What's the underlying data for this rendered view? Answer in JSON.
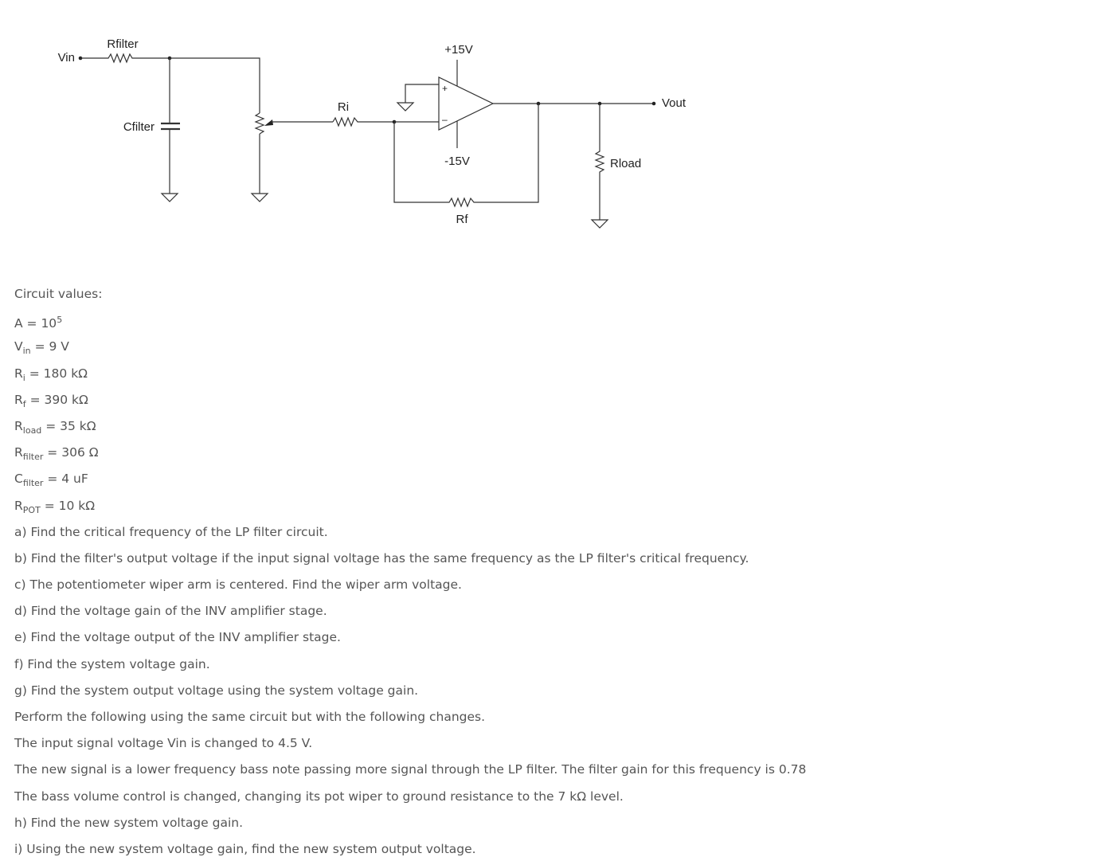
{
  "schematic": {
    "labels": {
      "vin": "Vin",
      "rfilter": "Rfilter",
      "cfilter": "Cfilter",
      "ri": "Ri",
      "vpos": "+15V",
      "vneg": "-15V",
      "plus": "+",
      "minus": "–",
      "vout": "Vout",
      "rload": "Rload",
      "rf": "Rf"
    }
  },
  "values": {
    "heading": "Circuit values:",
    "a": {
      "name": "A",
      "eq": " = 10",
      "sup": "5"
    },
    "vin": {
      "name": "V",
      "sub": "in",
      "rest": " = 9 V"
    },
    "ri": {
      "name": "R",
      "sub": "i",
      "rest": " = 180 kΩ"
    },
    "rf": {
      "name": "R",
      "sub": "f",
      "rest": " = 390 kΩ"
    },
    "rload": {
      "name": "R",
      "sub": "load",
      "rest": " = 35 kΩ"
    },
    "rfilter": {
      "name": "R",
      "sub": "filter",
      "rest": " = 306 Ω"
    },
    "cfilter": {
      "name": "C",
      "sub": "filter",
      "rest": " = 4 uF"
    },
    "rpot": {
      "name": "R",
      "sub": "POT",
      "rest": " = 10 kΩ"
    }
  },
  "questions": [
    "a) Find the critical frequency of the LP filter circuit.",
    "b) Find the filter's output voltage if the input signal voltage has the same frequency as the LP filter's critical frequency.",
    "c) The potentiometer wiper arm is centered. Find the wiper arm voltage.",
    "d) Find the voltage gain of the INV amplifier stage.",
    "e) Find the voltage output of the INV amplifier stage.",
    "f) Find the system voltage gain.",
    "g) Find the system output voltage using the system voltage gain.",
    "Perform the following using the same circuit but with the following changes.",
    "The input signal voltage Vin is changed to 4.5 V.",
    "The new signal is a lower frequency bass note passing more signal through the LP filter. The filter gain for this frequency is 0.78",
    "The bass volume control is changed, changing its pot wiper to ground resistance to the 7 kΩ level.",
    "h) Find the new system voltage gain.",
    "i)  Using the new system voltage gain, find the new system output voltage."
  ]
}
